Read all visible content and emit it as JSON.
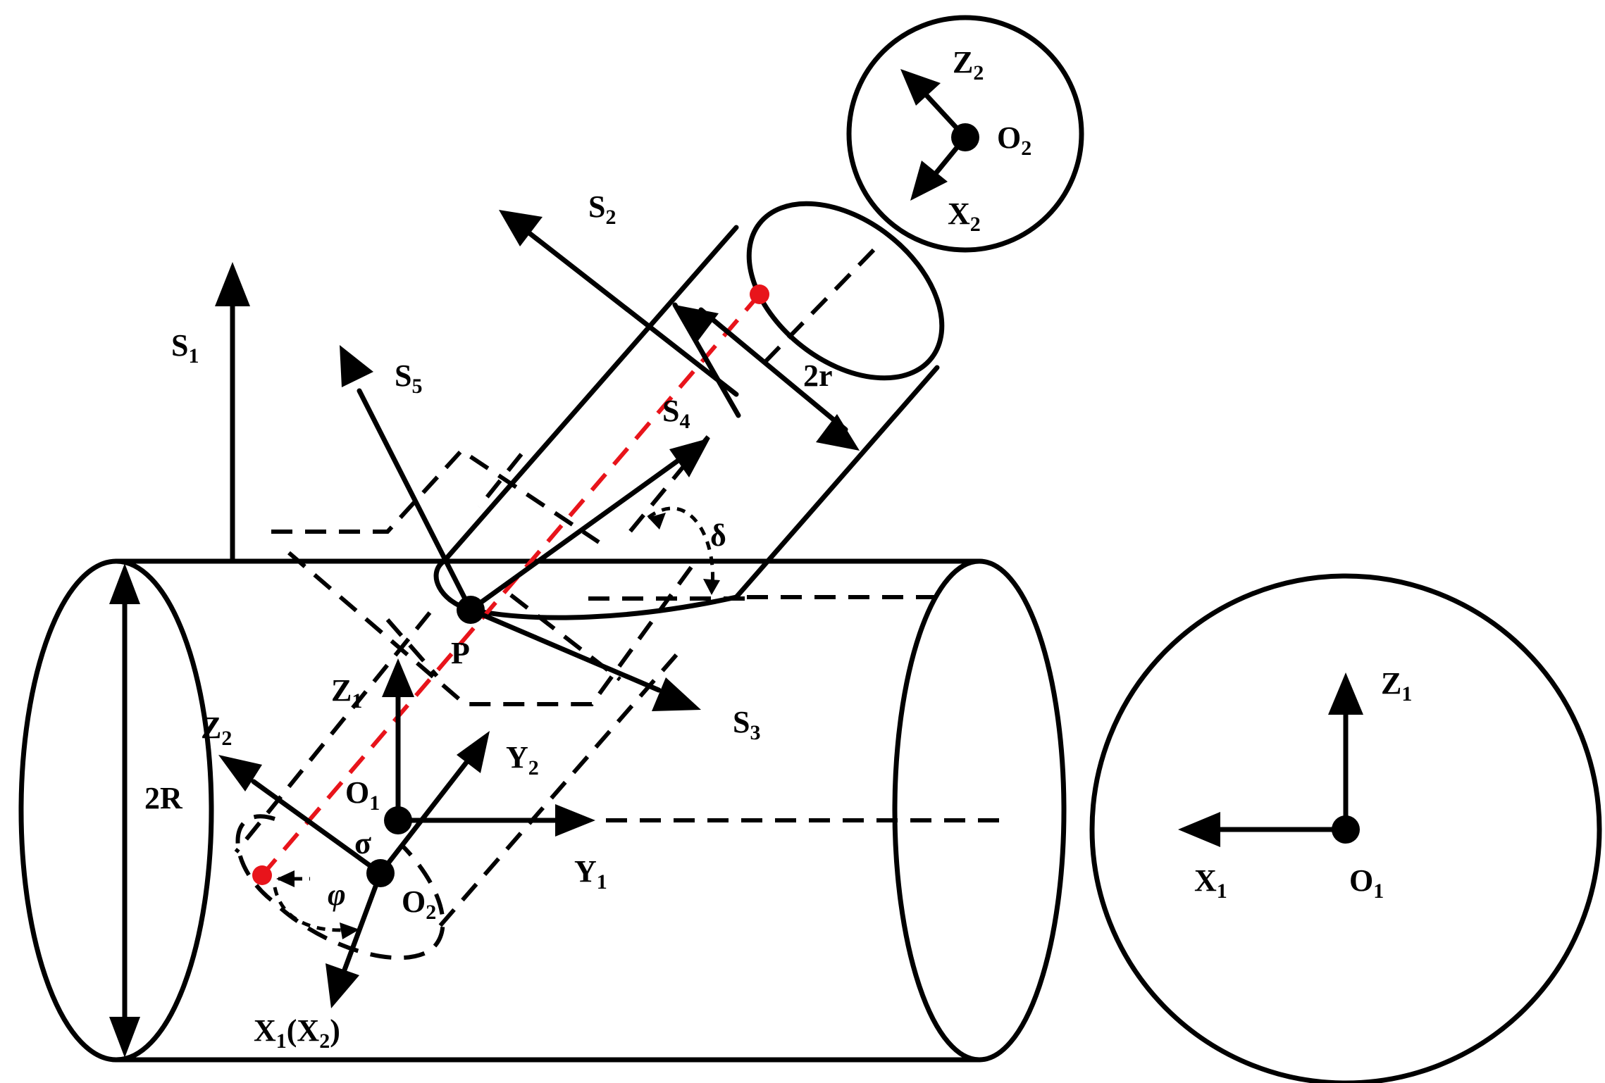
{
  "labels": {
    "S1": {
      "main": "S",
      "sub": "1"
    },
    "S2": {
      "main": "S",
      "sub": "2"
    },
    "S3": {
      "main": "S",
      "sub": "3"
    },
    "S4": {
      "main": "S",
      "sub": "4"
    },
    "S5": {
      "main": "S",
      "sub": "5"
    },
    "two_r": "2r",
    "two_R": "2R",
    "delta": "δ",
    "P": "P",
    "sigma": "σ",
    "phi": "φ",
    "Z1_main": {
      "main": "Z",
      "sub": "1"
    },
    "Y1_main": {
      "main": "Y",
      "sub": "1"
    },
    "O1_main": {
      "main": "O",
      "sub": "1"
    },
    "Z2_main": {
      "main": "Z",
      "sub": "2"
    },
    "Y2_main": {
      "main": "Y",
      "sub": "2"
    },
    "O2_main": {
      "main": "O",
      "sub": "2"
    },
    "X1X2": {
      "a": "X",
      "a_sub": "1",
      "b": "(X",
      "b_sub": "2",
      "c": ")"
    },
    "inset_top": {
      "Z2": {
        "main": "Z",
        "sub": "2"
      },
      "X2": {
        "main": "X",
        "sub": "2"
      },
      "O2": {
        "main": "O",
        "sub": "2"
      }
    },
    "inset_right": {
      "Z1": {
        "main": "Z",
        "sub": "1"
      },
      "X1": {
        "main": "X",
        "sub": "1"
      },
      "O1": {
        "main": "O",
        "sub": "1"
      }
    }
  },
  "colors": {
    "line": "#000000",
    "highlight": "#e8141b",
    "background": "#ffffff"
  }
}
